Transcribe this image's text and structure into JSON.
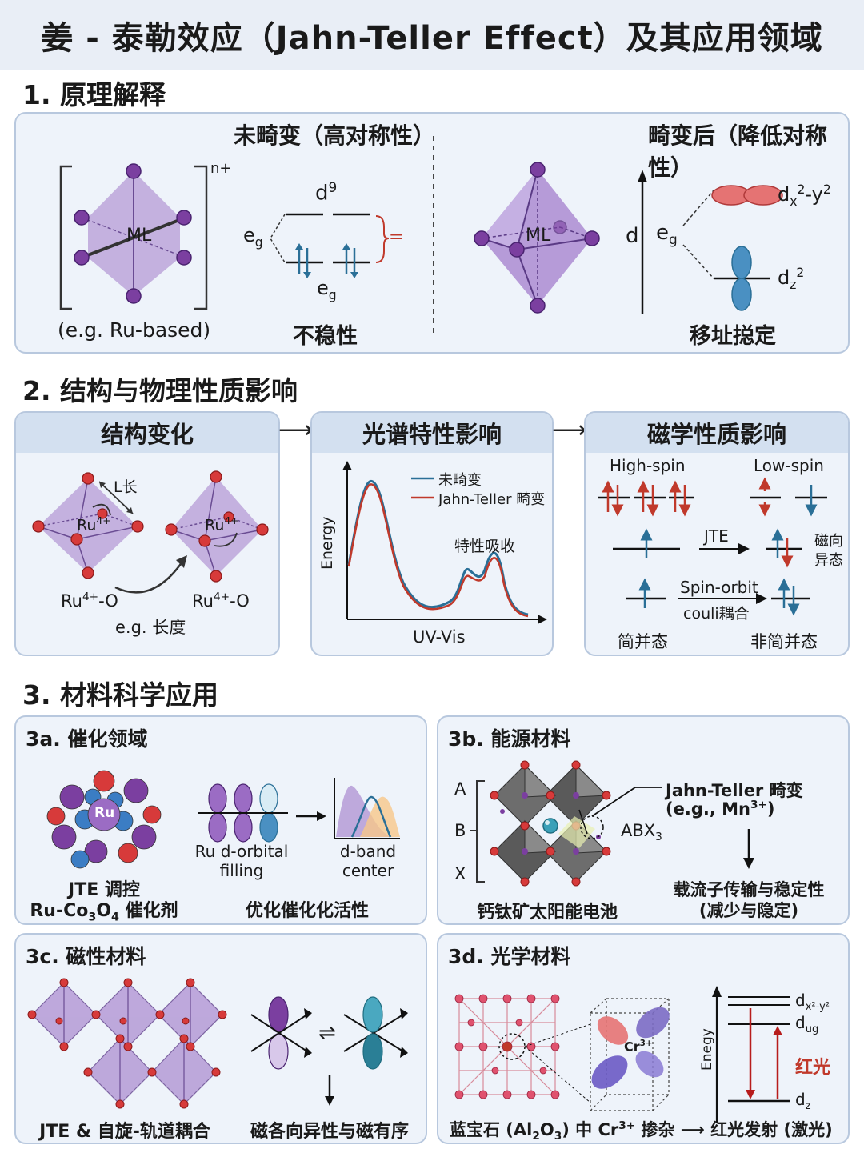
{
  "title": "姜 - 泰勒效应（Jahn-Teller Effect）及其应用领域",
  "s1": {
    "heading": "1. 原理解释",
    "left_title": "未畸变（高对称性）",
    "right_title": "畸变后（降低对称性）",
    "ml": "ML",
    "charge": "n+",
    "eg_example": "(e.g. Ru-based)",
    "d9": "d",
    "d9_sup": "9",
    "eg": "e",
    "eg_sub": "g",
    "eq": "=",
    "unstable": "不稳性",
    "d_axis": "d",
    "dx2y2": "d",
    "dx2y2_sub": "x",
    "dx2y2_tail": "-y",
    "dz2": "d",
    "dz2_sub": "z",
    "sq": "2",
    "stabilized": "移址搃定"
  },
  "s2": {
    "heading": "2. 结构与物理性质影响",
    "p1_title": "结构变化",
    "p2_title": "光谱特性影响",
    "p3_title": "磁学性质影响",
    "L_long": "L长",
    "ru": "Ru",
    "ru_sup": "4+",
    "ruo_left": "Ru",
    "ruo_suffix": "-O",
    "eg_length": "e.g. 长度",
    "legend1": "未畸变",
    "legend2": "Jahn-Teller 畸变",
    "absorb": "特性吸收",
    "yaxis": "Energy",
    "xaxis": "UV-Vis",
    "high_spin": "High-spin",
    "low_spin": "Low-spin",
    "jte": "JTE",
    "magnetic_aniso": "磁向",
    "magnetic_aniso2": "异态",
    "spin_orbit": "Spin-orbit",
    "coupling": "couli耦合",
    "degenerate": "简并态",
    "nondegenerate": "非简并态",
    "colors": {
      "undistorted": "#2a6f97",
      "distorted": "#c0392b"
    }
  },
  "s3": {
    "heading": "3. 材料科学应用",
    "a_title": "3a. 催化领域",
    "a_ru": "Ru",
    "a_orb1": "Ru d-orbital",
    "a_orb2": "filling",
    "a_band1": "d-band",
    "a_band2": "center",
    "a_cap1": "JTE 调控",
    "a_cap2_pre": "Ru-Co",
    "a_cap2_s1": "3",
    "a_cap2_mid": "O",
    "a_cap2_s2": "4",
    "a_cap2_post": " 催化剂",
    "a_cap3": "优化催化化活性",
    "b_title": "3b. 能源材料",
    "b_A": "A",
    "b_B": "B",
    "b_X": "X",
    "b_jt1": "Jahn-Teller 畸变",
    "b_jt2_pre": "(e.g., Mn",
    "b_jt2_sup": "3+",
    "b_jt2_post": ")",
    "b_abx": "ABX",
    "b_abx_sub": "3",
    "b_carrier1": "载流子传输与稳定性",
    "b_carrier2": "(减少与隐定)",
    "b_cell": "钙钛矿太阳能电池",
    "c_title": "3c. 磁性材料",
    "c_cap1": "JTE & 自旋-轨道耦合",
    "c_cap2": "磁各向异性与磁有序",
    "c_eq": "⇌",
    "d_title": "3d. 光学材料",
    "d_cr": "Cr",
    "d_cr_sup": "3+",
    "d_axis": "Enegy",
    "d_dx": "d",
    "d_dx_sub": "x²-y²",
    "d_dug": "d",
    "d_dug_sub": "ug",
    "d_dz": "d",
    "d_dz_sub": "z",
    "d_red": "红光",
    "d_cap_pre": "蓝宝石 (Al",
    "d_cap_s1": "2",
    "d_cap_mid": "O",
    "d_cap_s2": "3",
    "d_cap_post1": ") 中 Cr",
    "d_cap_sup": "3+",
    "d_cap_post2": " 掺杂 ⟶ 红光发射 (激光)"
  }
}
